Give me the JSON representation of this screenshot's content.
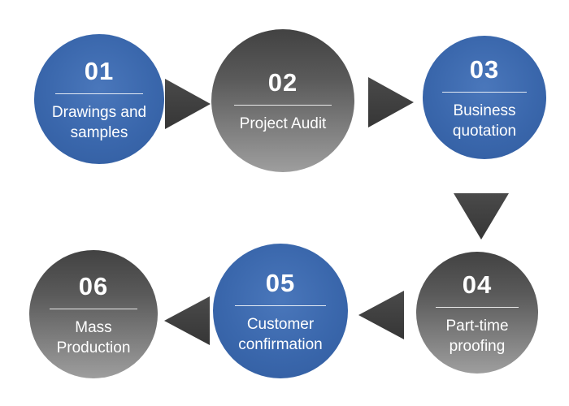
{
  "diagram": {
    "type": "process-flow",
    "colors": {
      "step_blue": "#3a67ac",
      "step_gray_top": "#424242",
      "step_gray_bottom": "#9e9e9e",
      "arrow": "#3f3f3f",
      "text": "#ffffff"
    },
    "steps": [
      {
        "number": "01",
        "label": "Drawings and samples",
        "color": "blue"
      },
      {
        "number": "02",
        "label": "Project Audit",
        "color": "gray"
      },
      {
        "number": "03",
        "label": "Business quotation",
        "color": "blue"
      },
      {
        "number": "04",
        "label": "Part-time proofing",
        "color": "gray"
      },
      {
        "number": "05",
        "label": "Customer confirmation",
        "color": "blue"
      },
      {
        "number": "06",
        "label": "Mass Production",
        "color": "gray"
      }
    ]
  }
}
